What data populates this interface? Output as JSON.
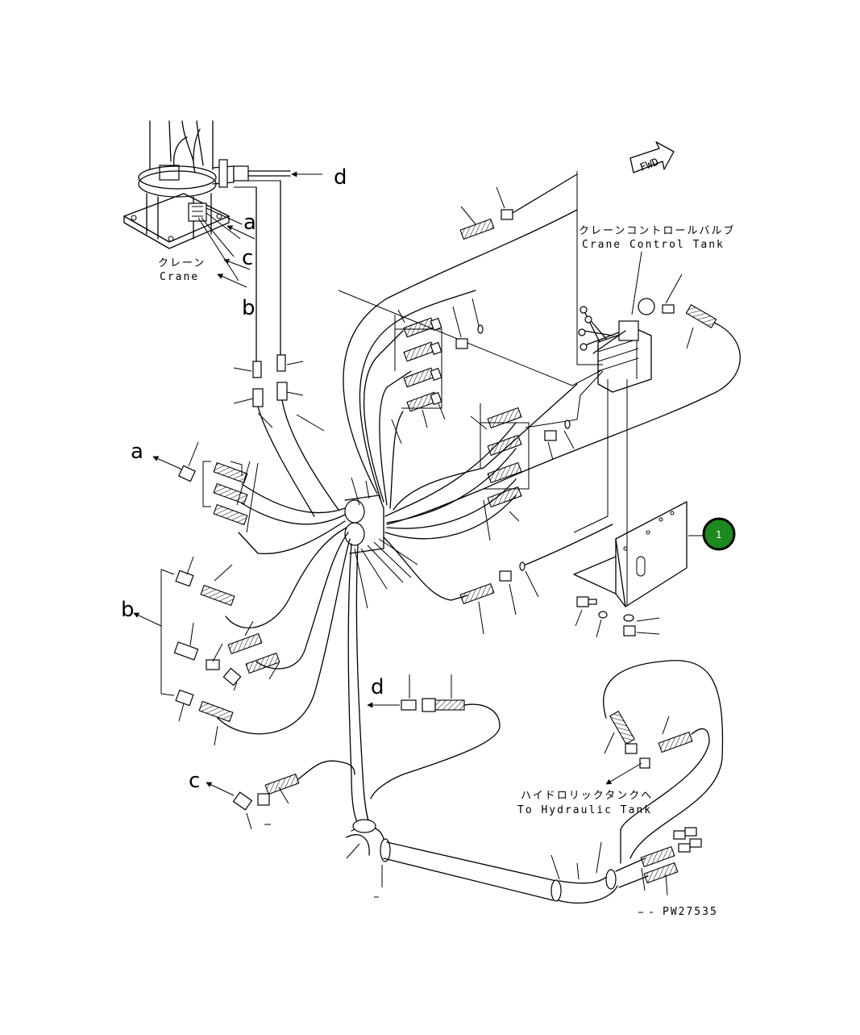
{
  "labels": {
    "crane_ja": "クレーン",
    "crane_en": "Crane",
    "control_valve_ja": "クレーンコントロールバルブ",
    "control_valve_en": "Crane Control Tank",
    "hyd_tank_ja": "ハイドロリックタンクへ",
    "hyd_tank_en": "To Hydraulic Tank",
    "fwd": "FWD",
    "drawing_number": "PW27535"
  },
  "connection_letters": {
    "d_top": "d",
    "a_top": "a",
    "c_top": "c",
    "b_top": "b",
    "a_left": "a",
    "b_left": "b",
    "d_mid": "d",
    "c_left": "c"
  },
  "callouts": [
    {
      "id": "1",
      "label": "1",
      "color": "#1d8a1d"
    }
  ],
  "icons": [
    "arrow-left-icon",
    "fwd-arrow-icon"
  ]
}
